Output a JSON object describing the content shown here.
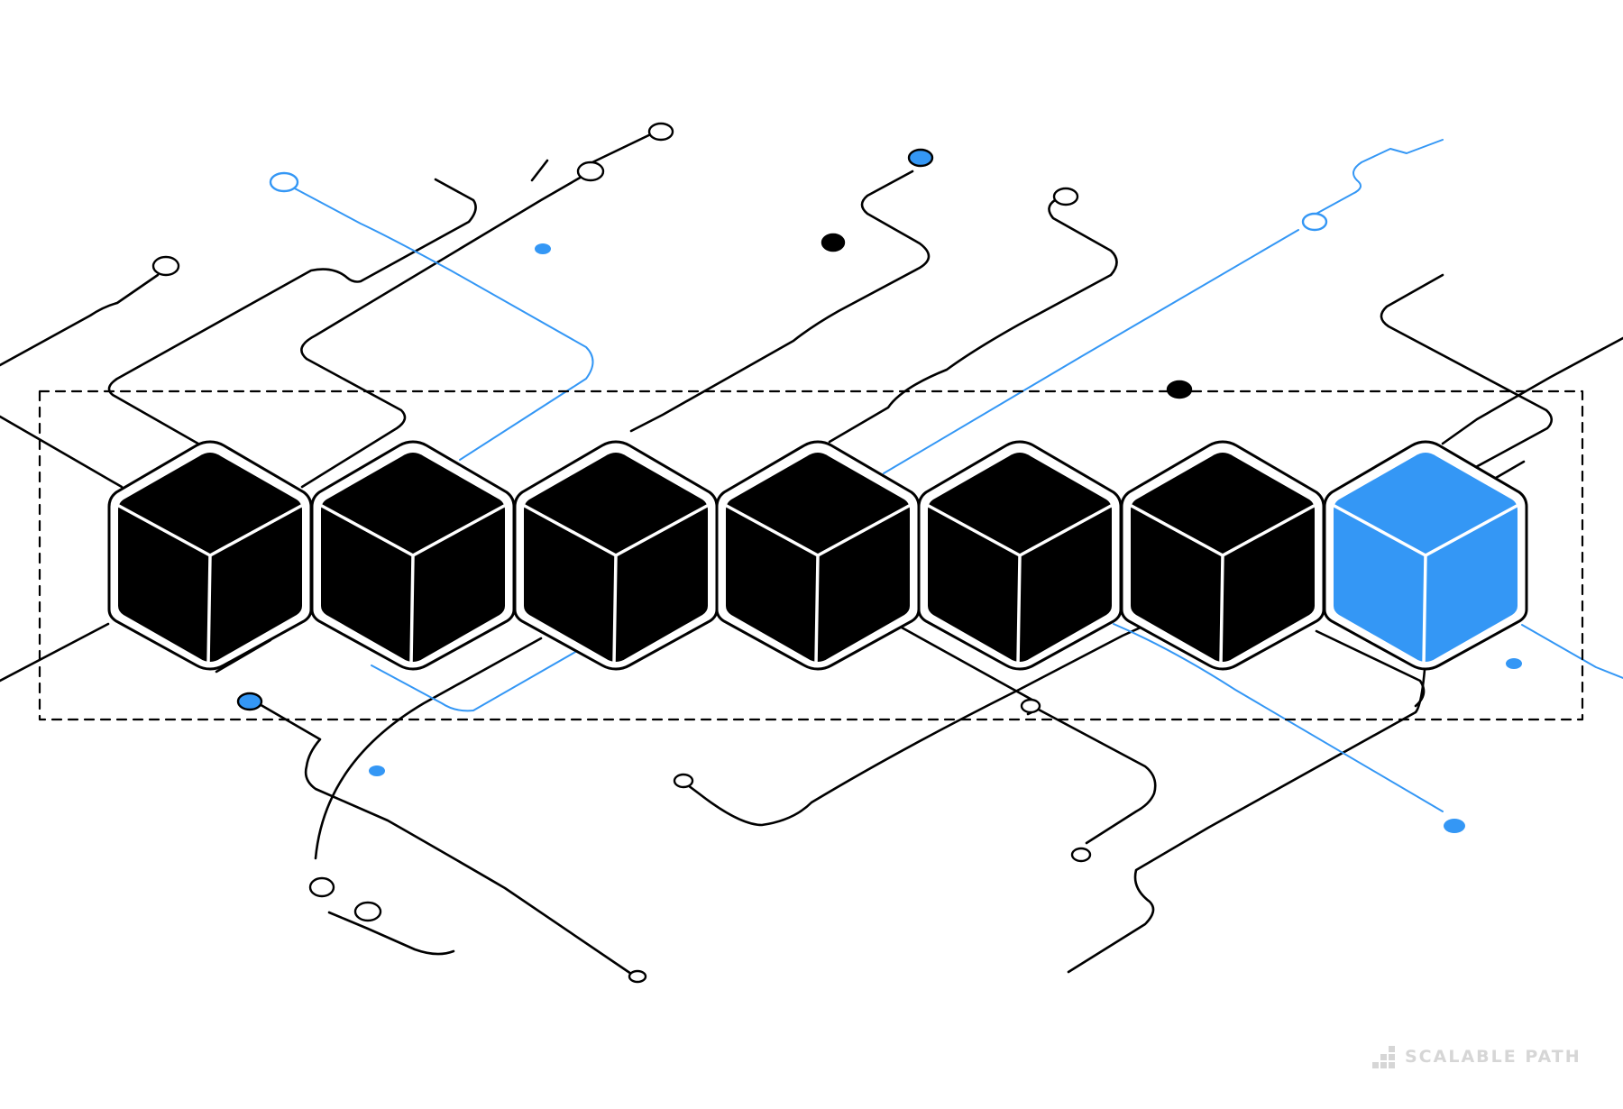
{
  "illustration": {
    "subject": "blockchain",
    "block_count": 7,
    "highlighted_block_index": 6,
    "colors": {
      "block": "#000000",
      "highlight": "#3497f5",
      "line": "#000000",
      "accent_line": "#3497f5",
      "background": "#ffffff"
    }
  },
  "logo": {
    "text": "SCALABLE PATH",
    "color": "#d6d6d6"
  }
}
